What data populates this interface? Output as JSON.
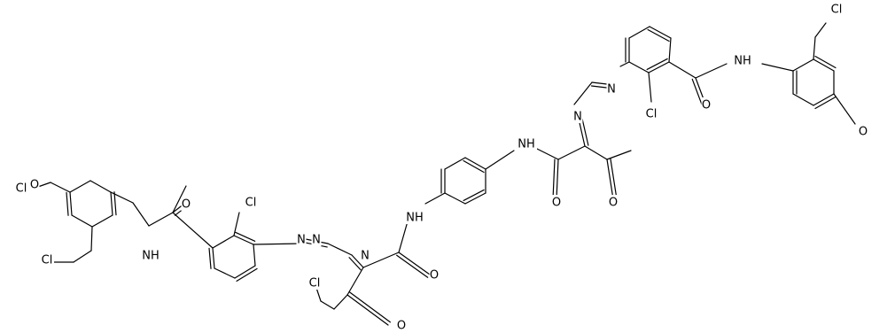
{
  "labels": {
    "cl": "Cl",
    "o": "O",
    "nh": "NH",
    "n": "N"
  }
}
